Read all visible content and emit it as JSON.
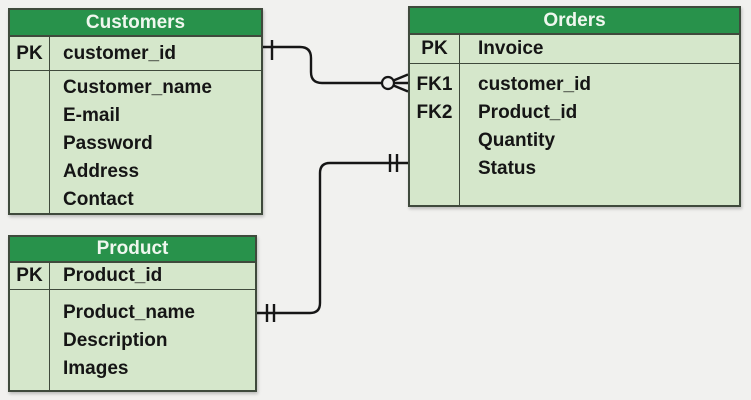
{
  "colors": {
    "background": "#f1f1ef",
    "header_bg": "#28924b",
    "header_text": "#eff7ee",
    "row_bg": "#d5e7cb",
    "border": "#3f4a3c",
    "line": "#161616"
  },
  "tables": [
    {
      "id": "customers",
      "title": "Customers",
      "pk": {
        "key": "PK",
        "field": "customer_id"
      },
      "attributes": [
        {
          "key": "",
          "field": "Customer_name"
        },
        {
          "key": "",
          "field": "E-mail"
        },
        {
          "key": "",
          "field": "Password"
        },
        {
          "key": "",
          "field": "Address"
        },
        {
          "key": "",
          "field": "Contact"
        }
      ]
    },
    {
      "id": "orders",
      "title": "Orders",
      "pk": {
        "key": "PK",
        "field": "Invoice"
      },
      "attributes": [
        {
          "key": "FK1",
          "field": "customer_id"
        },
        {
          "key": "FK2",
          "field": "Product_id"
        },
        {
          "key": "",
          "field": "Quantity"
        },
        {
          "key": "",
          "field": "Status"
        }
      ]
    },
    {
      "id": "product",
      "title": "Product",
      "pk": {
        "key": "PK",
        "field": "Product_id"
      },
      "attributes": [
        {
          "key": "",
          "field": "Product_name"
        },
        {
          "key": "",
          "field": "Description"
        },
        {
          "key": "",
          "field": "Images"
        }
      ]
    }
  ],
  "relationships": [
    {
      "from": "Customers.customer_id",
      "to": "Orders.customer_id",
      "from_cardinality": "one",
      "to_cardinality": "zero-or-many"
    },
    {
      "from": "Product.Product_id",
      "to": "Orders.Product_id",
      "from_cardinality": "one-and-only-one",
      "to_cardinality": "one-and-only-one"
    }
  ]
}
